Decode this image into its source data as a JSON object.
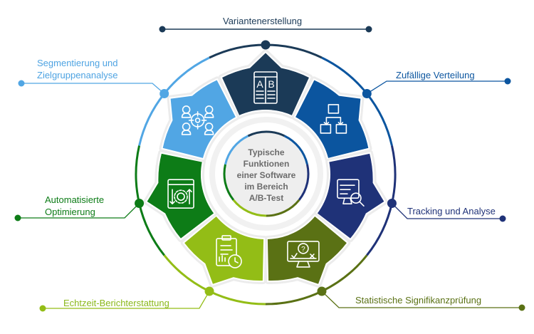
{
  "center": {
    "lines": [
      "Typische",
      "Funktionen",
      "einer Software",
      "im Bereich",
      "A/B-Test"
    ]
  },
  "segments": [
    {
      "id": "variantenerstellung",
      "label": "Variantenerstellung",
      "icon": "ab-test-icon",
      "color": "#1b3a57",
      "text_color": "#1b3a57"
    },
    {
      "id": "zufaellige-verteilung",
      "label": "Zufällige Verteilung",
      "icon": "distribution-flow-icon",
      "color": "#0b559f",
      "text_color": "#0b559f"
    },
    {
      "id": "tracking-analyse",
      "label": "Tracking und Analyse",
      "icon": "monitor-search-icon",
      "color": "#1f3278",
      "text_color": "#1f3278"
    },
    {
      "id": "statistische-signifikanzpruefung",
      "label": "Statistische Signifikanzprüfung",
      "icon": "monitor-question-icon",
      "color": "#5a7114",
      "text_color": "#5a7114"
    },
    {
      "id": "echtzeit-berichterstattung",
      "label": "Echtzeit-Berichterstattung",
      "icon": "clipboard-clock-icon",
      "color": "#93bd16",
      "text_color": "#8ab81a"
    },
    {
      "id": "automatisierte-optimierung",
      "label": "Automatisierte Optimierung",
      "label_lines": [
        "Automatisierte",
        "Optimierung"
      ],
      "icon": "gear-window-icon",
      "color": "#0d7c17",
      "text_color": "#0d7c17"
    },
    {
      "id": "segmentierung",
      "label": "Segmentierung und Zielgruppenanalyse",
      "label_lines": [
        "Segmentierung und",
        "Zielgruppenanalyse"
      ],
      "icon": "audience-target-icon",
      "color": "#51a6e4",
      "text_color": "#4ea3e2"
    }
  ]
}
